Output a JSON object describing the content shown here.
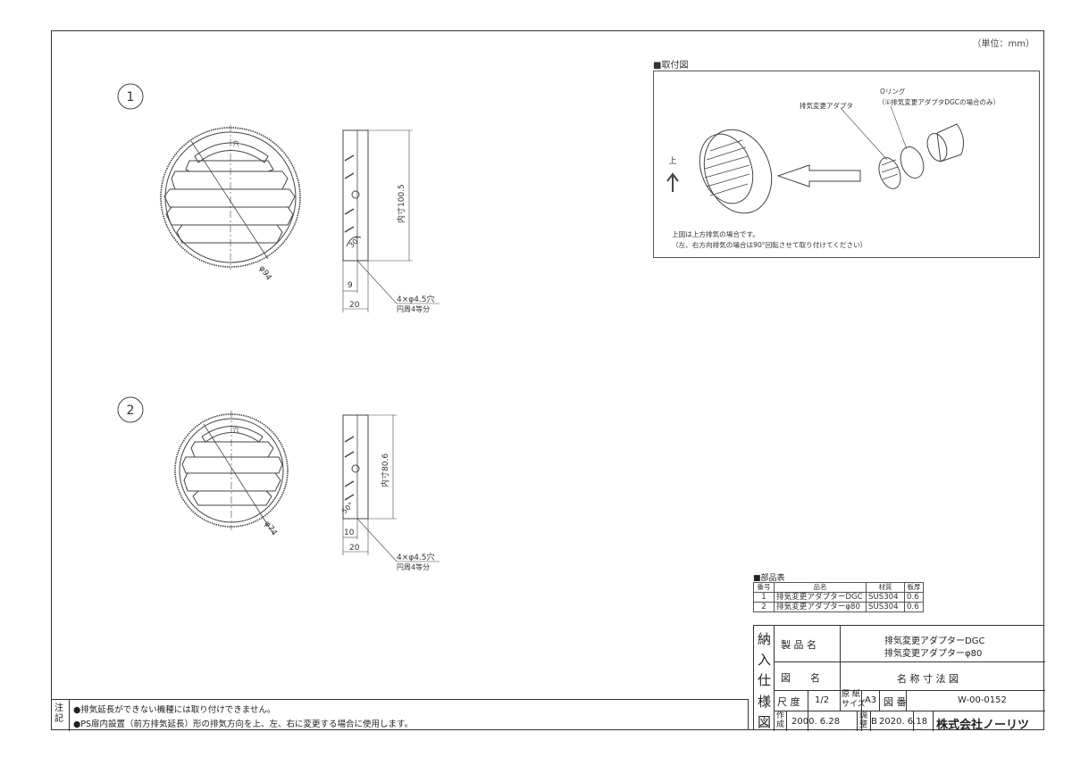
{
  "unit": "（単位：mm）",
  "views": {
    "v1": {
      "num": "1",
      "hole_mark": "穴",
      "dia": "φ94",
      "inner": "内寸100.5",
      "angle": "30°",
      "w1": "9",
      "w2": "20",
      "holes": "4×φ4.5穴",
      "holes2": "円周4等分"
    },
    "v2": {
      "num": "2",
      "hole_mark": "穴",
      "dia": "φ74",
      "inner": "内寸80.6",
      "angle": "50°",
      "w1": "10",
      "w2": "20",
      "holes": "4×φ4.5穴",
      "holes2": "円周4等分"
    }
  },
  "mount": {
    "title": "■取付図",
    "up": "上",
    "adapter": "排気変更アダプタ",
    "oring": "Oリング",
    "oring_note": "（①排気変更アダプタDGCの場合のみ）",
    "note1": "上図は上方排気の場合です。",
    "note2": "（左、右方向排気の場合は90°回転させて取り付けてください）"
  },
  "parts": {
    "title": "■部品表",
    "headers": [
      "番号",
      "品名",
      "材質",
      "板厚"
    ],
    "rows": [
      [
        "1",
        "排気変更アダプターDGC",
        "SUS304",
        "0.6"
      ],
      [
        "2",
        "排気変更アダプターφ80",
        "SUS304",
        "0.6"
      ]
    ]
  },
  "title_block": {
    "side": [
      "納",
      "入",
      "仕",
      "様",
      "図"
    ],
    "product_label": "製 品 名",
    "product1": "排気変更アダプターDGC",
    "product2": "排気変更アダプターφ80",
    "drawing_label": "図　　名",
    "drawing_name": "名 称 寸 法 図",
    "scale_label": "尺 度",
    "scale": "1/2",
    "paper_label1": "原 紙",
    "paper_label2": "サイズ",
    "paper": "A3",
    "no_label": "図 番",
    "no": "W-00-0152",
    "made_label1": "作",
    "made_label2": "成",
    "made": "2000. 6.28",
    "adj_label1": "調",
    "adj_label2": "整",
    "rev": "B",
    "adj": "2020. 6.18",
    "company": "株式会社ノーリツ"
  },
  "notes": {
    "label": "注記",
    "n1": "●排気延長ができない機種には取り付けできません。",
    "n2": "●PS扉内設置（前方排気延長）形の排気方向を上、左、右に変更する場合に使用します。"
  }
}
